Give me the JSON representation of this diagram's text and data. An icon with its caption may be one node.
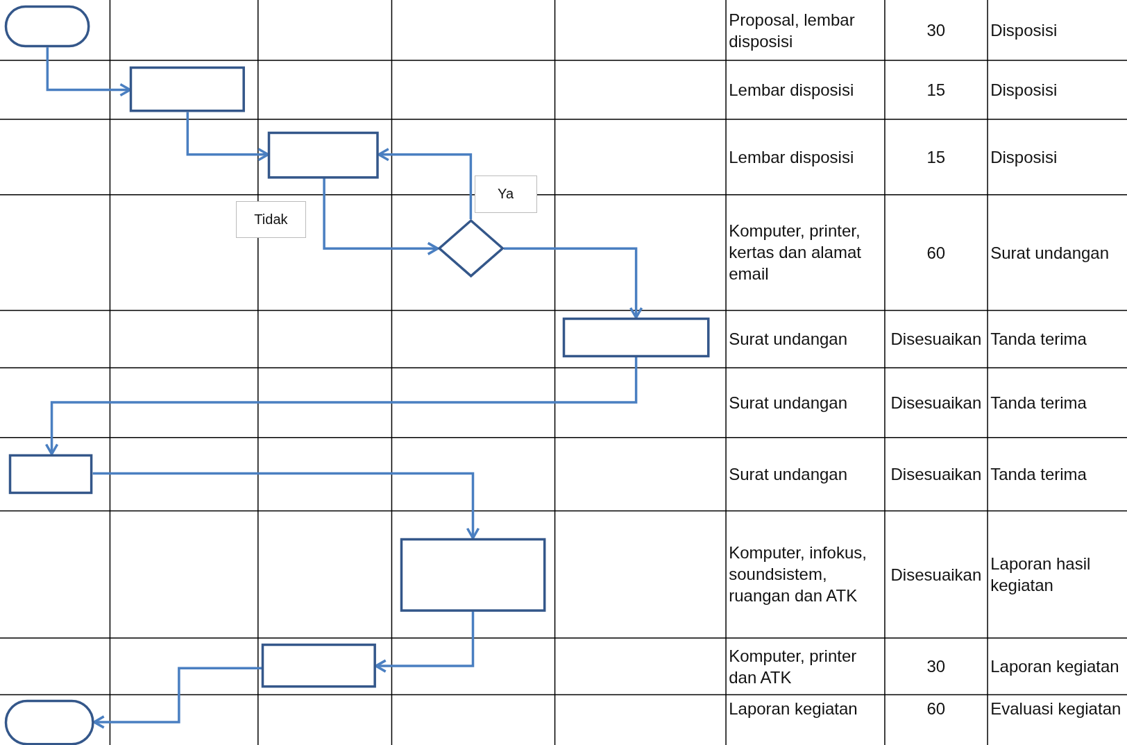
{
  "diagram": {
    "nodes": [
      {
        "text": [],
        "shape": "oval"
      },
      {
        "text": [],
        "shape": "box"
      },
      {
        "text": [],
        "shape": "box"
      },
      {
        "text": [],
        "shape": "diamond"
      },
      {
        "text": [],
        "shape": "box"
      },
      {
        "text": [],
        "shape": "box"
      },
      {
        "text": [],
        "shape": "box"
      },
      {
        "text": [],
        "shape": "box"
      },
      {
        "text": [],
        "shape": "oval"
      }
    ],
    "edges": [
      {
        "from": 0,
        "to": 1,
        "arrow": "to"
      },
      {
        "from": 1,
        "to": 2,
        "arrow": "to"
      },
      {
        "from": 2,
        "to": 3,
        "arrow": "to",
        "label": "Tidak"
      },
      {
        "from": 3,
        "to": 2,
        "arrow": "to",
        "label": "Ya"
      },
      {
        "from": 3,
        "to": 4,
        "arrow": "to"
      },
      {
        "from": 4,
        "to": 5,
        "arrow": "to"
      },
      {
        "from": 5,
        "to": 6,
        "arrow": "to"
      },
      {
        "from": 6,
        "to": 7,
        "arrow": "to"
      },
      {
        "from": 7,
        "to": 8,
        "arrow": "to"
      }
    ],
    "labels": [
      "Proposal, lembar disposisi",
      "30",
      "Disposisi",
      "Lembar disposisi",
      "15",
      "Disposisi",
      "Lembar disposisi",
      "15",
      "Disposisi",
      "Komputer, printer, kertas dan alamat email",
      "60",
      "Surat undangan",
      "Surat undangan",
      "Disesuaikan",
      "Tanda terima",
      "Surat undangan",
      "Disesuaikan",
      "Tanda terima",
      "Surat undangan",
      "Disesuaikan",
      "Tanda terima",
      "Komputer, infokus, soundsistem, ruangan dan ATK",
      "Disesuaikan",
      "Laporan hasil kegiatan",
      "Komputer, printer dan ATK",
      "30",
      "Laporan kegiatan",
      "Laporan kegiatan",
      "60",
      "Evaluasi kegiatan"
    ]
  }
}
